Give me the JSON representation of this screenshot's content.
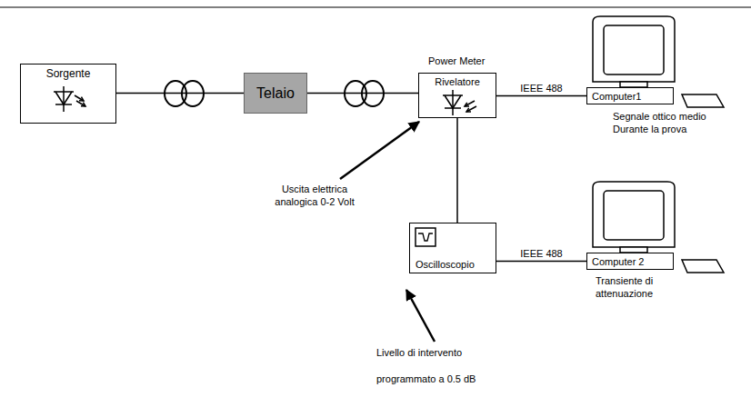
{
  "diagram": {
    "nodes": [
      {
        "text": [
          "Sorgente"
        ]
      },
      {
        "text": [
          "Telaio"
        ]
      },
      {
        "text": [
          "Power Meter",
          "Rivelatore"
        ]
      },
      {
        "text": [
          "Computer1"
        ]
      },
      {
        "text": [
          "Oscilloscopio"
        ]
      },
      {
        "text": [
          "Computer 2"
        ]
      }
    ],
    "edges": [
      {
        "from": 0,
        "to": 1,
        "arrow": "none"
      },
      {
        "from": 1,
        "to": 2,
        "arrow": "none"
      },
      {
        "from": 2,
        "to": 3,
        "label": "IEEE 488",
        "arrow": "none"
      },
      {
        "from": 2,
        "to": 4,
        "arrow": "none"
      },
      {
        "from": 4,
        "to": 5,
        "label": "IEEE 488",
        "arrow": "none"
      }
    ],
    "labels": [
      "Segnale ottico medio Durante la prova",
      "Transiente di attenuazione",
      "Uscita elettrica analogica 0-2 Volt",
      "Livello di intervento",
      "programmato a 0.5 dB"
    ]
  }
}
